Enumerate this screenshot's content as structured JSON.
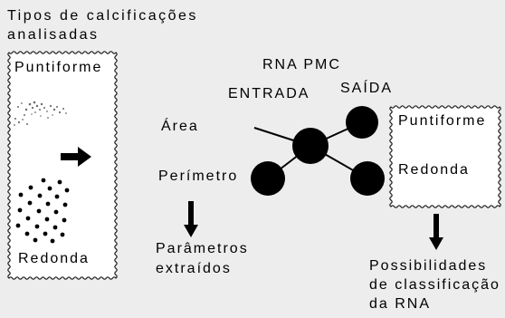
{
  "heading": {
    "line1": "Tipos de calcificações",
    "line2": "analisadas"
  },
  "sample_panel": {
    "punctate_label": "Puntiforme",
    "round_label": "Redonda"
  },
  "network": {
    "title": "RNA PMC",
    "input_header": "ENTRADA",
    "output_header": "SAÍDA",
    "inputs": [
      "Área",
      "Perímetro"
    ]
  },
  "output_panel": {
    "classes": [
      "Puntiforme",
      "Redonda"
    ]
  },
  "features_caption": {
    "line1": "Parâmetros",
    "line2": "extraídos"
  },
  "result_caption": {
    "line1": "Possibilidades",
    "line2": "de classificação",
    "line3": "da RNA"
  },
  "icons": {
    "sample_arrow": "arrow-right-icon",
    "features_arrow": "arrow-down-icon",
    "result_arrow": "arrow-down-icon"
  },
  "colors": {
    "background": "#ededed",
    "panel": "#ffffff",
    "ink": "#000000",
    "speck": "#6b6b6b"
  }
}
